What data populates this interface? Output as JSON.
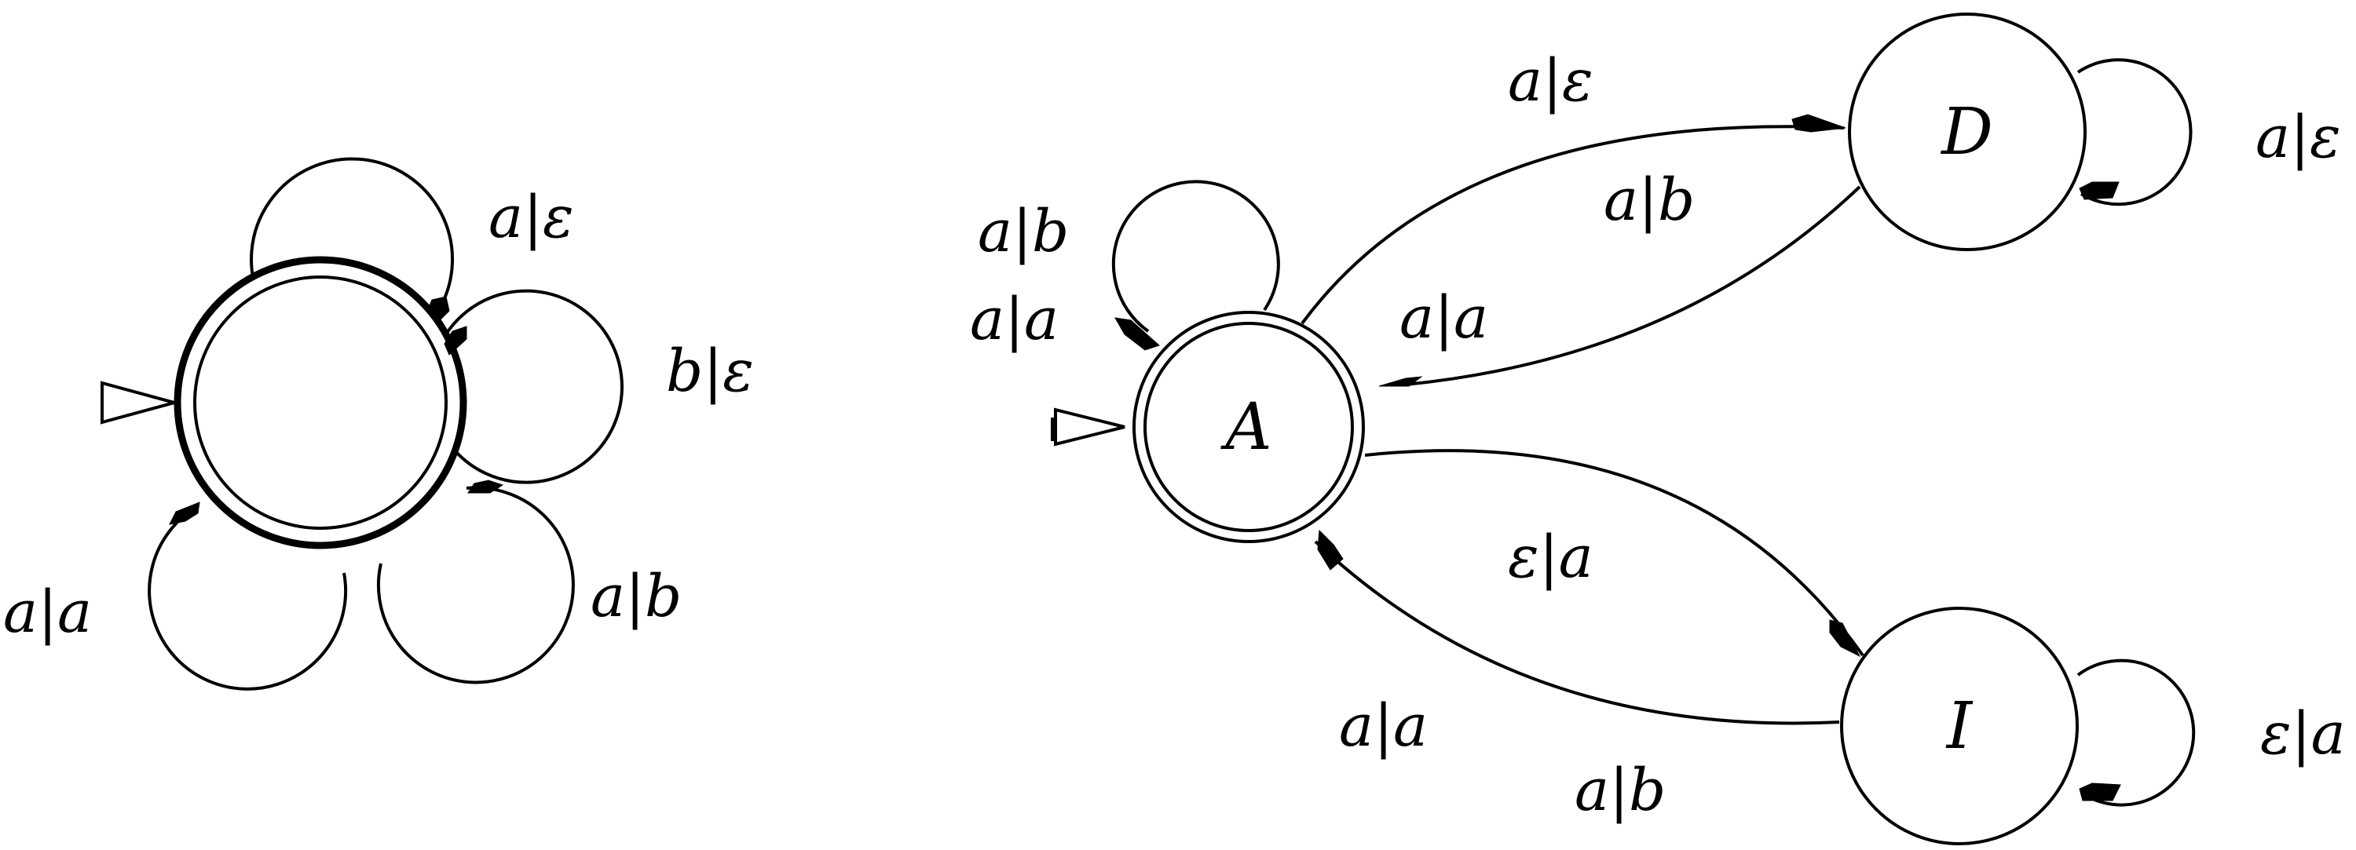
{
  "colors": {
    "stroke": "#000000",
    "background": "#ffffff"
  },
  "left_automaton": {
    "loops": [
      {
        "id": "top",
        "label": "a|ε"
      },
      {
        "id": "right",
        "label": "b|ε"
      },
      {
        "id": "lower-right",
        "label": "a|b"
      },
      {
        "id": "lower-left",
        "label": "a|a"
      }
    ]
  },
  "right_automaton": {
    "states": {
      "A": {
        "name": "A",
        "initial": true,
        "accepting": true
      },
      "D": {
        "name": "D"
      },
      "I": {
        "name": "I"
      }
    },
    "edges": [
      {
        "id": "A-A-top",
        "label_upper": "a|b",
        "label_lower": "a|a"
      },
      {
        "id": "A-D",
        "label": "a|ε"
      },
      {
        "id": "D-A",
        "label_upper": "a|b",
        "label_lower": "a|a"
      },
      {
        "id": "D-D",
        "label": "a|ε"
      },
      {
        "id": "A-I",
        "label": "ε|a"
      },
      {
        "id": "I-A",
        "label_upper": "a|a",
        "label_lower": "a|b"
      },
      {
        "id": "I-I",
        "label": "ε|a"
      }
    ]
  }
}
